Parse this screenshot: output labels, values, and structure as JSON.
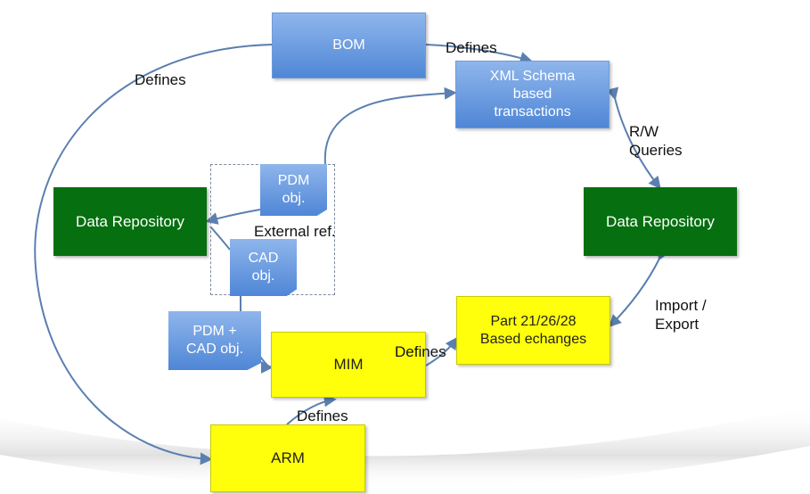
{
  "nodes": {
    "bom": "BOM",
    "xml_schema": "XML Schema\nbased\ntransactions",
    "data_repo_left": "Data Repository",
    "data_repo_right": "Data Repository",
    "pdm_obj": "PDM\nobj.",
    "cad_obj": "CAD\nobj.",
    "pdm_cad_obj": "PDM +\nCAD obj.",
    "mim": "MIM",
    "part21": "Part 21/26/28\nBased echanges",
    "arm": "ARM"
  },
  "labels": {
    "defines_left": "Defines",
    "defines_top": "Defines",
    "rw_queries": "R/W\nQueries",
    "external_ref": "External ref.",
    "import_export": "Import /\nExport",
    "defines_mim": "Defines",
    "defines_arm": "Defines"
  },
  "colors": {
    "blue_box": "#4f86d6",
    "green_box": "#066f0f",
    "yellow_box": "#ffff0b",
    "connector": "#5b7fb0"
  }
}
